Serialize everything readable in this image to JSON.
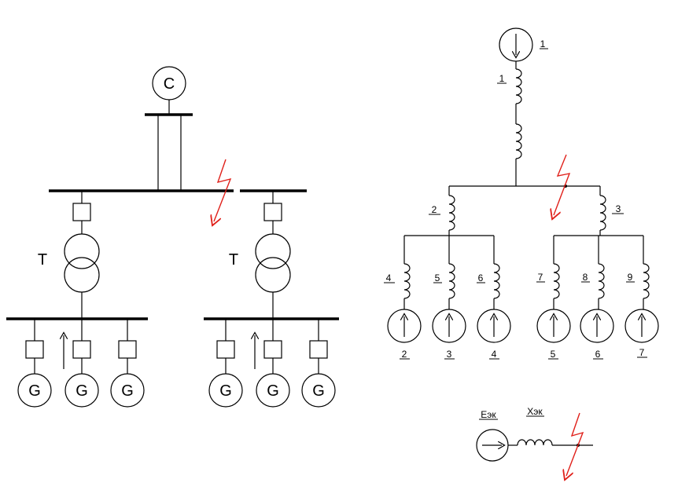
{
  "left_scheme": {
    "system_label": "C",
    "transformer_labels": [
      "T",
      "T"
    ],
    "generator_labels": [
      "G",
      "G",
      "G",
      "G",
      "G",
      "G"
    ]
  },
  "right_scheme": {
    "top_source_label": "1",
    "top_reactance_label": "1",
    "branch_reactance_labels": [
      "2",
      "3"
    ],
    "gen_reactance_labels": [
      "4",
      "5",
      "6",
      "7",
      "8",
      "9"
    ],
    "gen_source_labels": [
      "2",
      "3",
      "4",
      "5",
      "6",
      "7"
    ]
  },
  "equivalent": {
    "emf_label": "Еэк",
    "reactance_label": "Хэк"
  },
  "colors": {
    "fault": "#e0201a",
    "line": "#000000"
  }
}
